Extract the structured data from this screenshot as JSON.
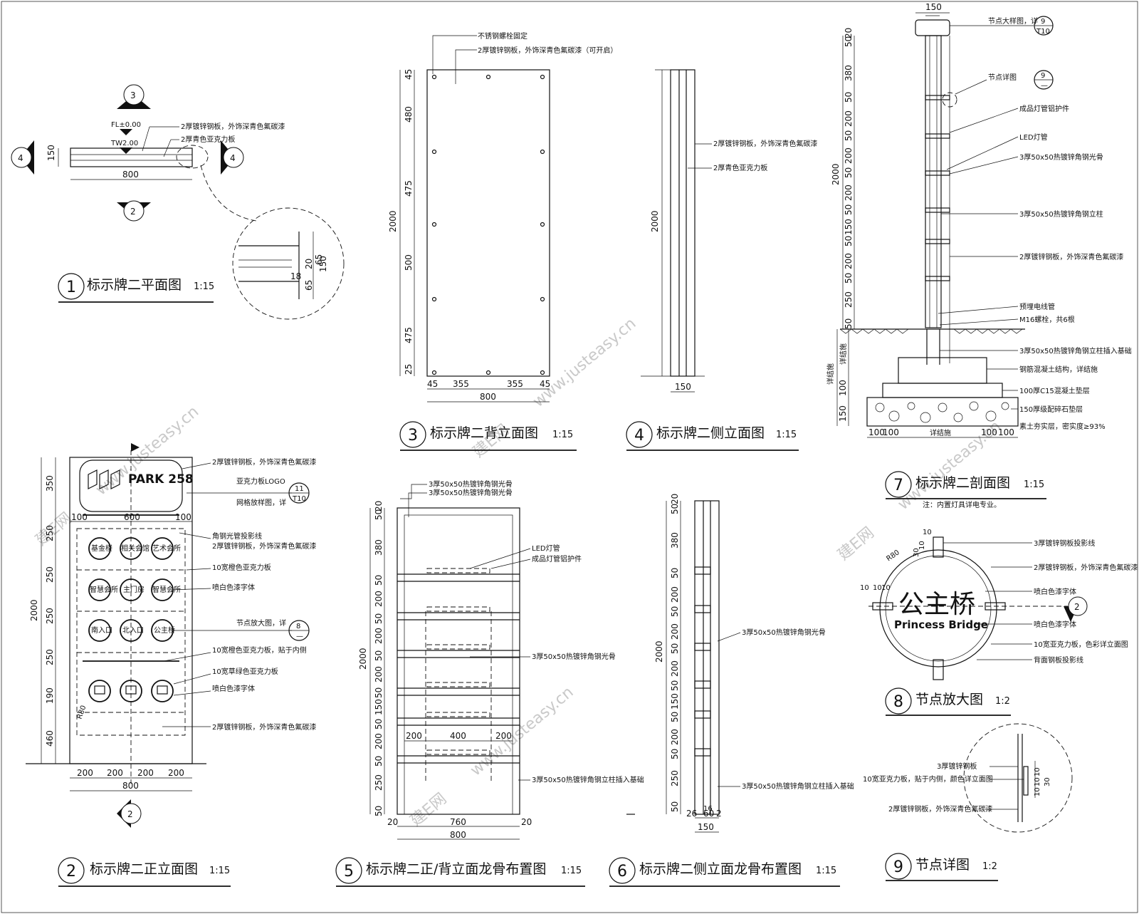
{
  "watermark": {
    "brand": "建E网",
    "url": "www.justeasy.cn"
  },
  "titles": [
    {
      "num": "1",
      "name": "标示牌二平面图",
      "scale": "1:15"
    },
    {
      "num": "2",
      "name": "标示牌二正立面图",
      "scale": "1:15"
    },
    {
      "num": "3",
      "name": "标示牌二背立面图",
      "scale": "1:15"
    },
    {
      "num": "4",
      "name": "标示牌二侧立面图",
      "scale": "1:15"
    },
    {
      "num": "5",
      "name": "标示牌二正/背立面龙骨布置图",
      "scale": "1:15"
    },
    {
      "num": "6",
      "name": "标示牌二侧立面龙骨布置图",
      "scale": "1:15"
    },
    {
      "num": "7",
      "name": "标示牌二剖面图",
      "scale": "1:15"
    },
    {
      "num": "8",
      "name": "节点放大图",
      "scale": "1:2"
    },
    {
      "num": "9",
      "name": "节点详图",
      "scale": "1:2"
    }
  ],
  "plan": {
    "level1": "FL±0.00",
    "level2": "TW2.00",
    "notes": [
      "2厚镀锌钢板，外饰深青色氟碳漆",
      "2厚青色亚克力板"
    ],
    "dims": {
      "width": "800",
      "depth": "150"
    },
    "detail_dims": [
      "65",
      "20",
      "65",
      "150",
      "18"
    ],
    "section_marks": [
      "3",
      "2",
      "4",
      "4"
    ]
  },
  "front": {
    "logo": "PARK 258",
    "notes": [
      "2厚镀锌钢板，外饰深青色氟碳漆",
      "亚克力板LOGO",
      "网格放样图，详",
      "角钢光管投影线",
      "2厚镀锌钢板，外饰深青色氟碳漆",
      "10宽橙色亚克力板",
      "喷白色漆字体",
      "节点放大图，详",
      "10宽橙色亚克力板，贴于内侧",
      "10宽草绿色亚克力板",
      "喷白色漆字体",
      "2厚镀锌钢板，外饰深青色氟碳漆"
    ],
    "ref_logo": {
      "n": "11",
      "sheet": "T10"
    },
    "ref_node": {
      "n": "8",
      "sheet": "—"
    },
    "vdims": [
      "350",
      "250",
      "250",
      "250",
      "250",
      "190",
      "460"
    ],
    "vtotal": "2000",
    "hdims_top": [
      "100",
      "600",
      "100"
    ],
    "hdims_bottom": [
      "200",
      "200",
      "200",
      "200"
    ],
    "htotal": "800",
    "radius": "R80",
    "cut_mark": "2",
    "icons_row1": [
      "基金楼",
      "相关会馆",
      "艺术会所"
    ],
    "icons_row2": [
      "智慧会所",
      "主门房",
      "智慧会所"
    ],
    "icons_row3": [
      "南入口",
      "北入口",
      "公主桥"
    ]
  },
  "back": {
    "notes": [
      "不锈钢螺栓固定",
      "2厚镀锌钢板，外饰深青色氟碳漆（可开启）"
    ],
    "vdims": [
      "45",
      "480",
      "475",
      "500",
      "475",
      "25"
    ],
    "vtotal": "2000",
    "hdims": [
      "45",
      "355",
      "355",
      "45"
    ],
    "htotal": "800"
  },
  "side": {
    "notes": [
      "2厚镀锌钢板，外饰深青色氟碳漆",
      "2厚青色亚克力板"
    ],
    "vtotal": "2000",
    "width": "150"
  },
  "frame_front": {
    "notes": [
      "3厚50x50热镀锌角钢光骨",
      "3厚50x50热镀锌角钢光骨",
      "LED灯管",
      "成品灯管铝护件",
      "3厚50x50热镀锌角钢光骨",
      "3厚50x50热镀锌角钢立柱插入基础"
    ],
    "vdims": [
      "20",
      "50",
      "380",
      "50",
      "200",
      "50",
      "200",
      "50",
      "200",
      "50",
      "150",
      "50",
      "200",
      "50",
      "250",
      "50"
    ],
    "vtotal": "2000",
    "inner": [
      "200",
      "400",
      "200"
    ],
    "hdims": [
      "20",
      "760",
      "20"
    ],
    "htotal": "800"
  },
  "frame_side": {
    "notes": [
      "3厚50x50热镀锌角钢光骨",
      "3厚50x50热镀锌角钢立柱插入基础"
    ],
    "vdims": [
      "20",
      "50",
      "380",
      "50",
      "200",
      "50",
      "200",
      "50",
      "200",
      "50",
      "150",
      "50",
      "200",
      "50",
      "250",
      "50"
    ],
    "vtotal": "2000",
    "hdims": [
      "26",
      "16",
      "60",
      "2"
    ],
    "width": "150"
  },
  "section": {
    "top_dim": "150",
    "ref_big": {
      "label": "节点大样图，详",
      "n": "9",
      "sheet": "T10"
    },
    "ref_detail": {
      "label": "节点详图",
      "n": "9",
      "sheet": "—"
    },
    "notes": [
      "成品灯管铝护件",
      "LED灯管",
      "3厚50x50热镀锌角钢光骨",
      "3厚50x50热镀锌角钢立柱",
      "2厚镀锌钢板，外饰深青色氟碳漆",
      "预埋电线管",
      "M16螺栓，共6根",
      "3厚50x50热镀锌角钢立柱插入基础",
      "钢筋混凝土结构，详结施",
      "100厚C15混凝土垫层",
      "150厚级配碎石垫层",
      "素土夯实层，密实度≥93%"
    ],
    "vdims": [
      "20",
      "50",
      "380",
      "50",
      "200",
      "50",
      "200",
      "50",
      "200",
      "50",
      "150",
      "50",
      "200",
      "50",
      "250",
      "50"
    ],
    "vtotal": "2000",
    "base_dims": [
      "详结施",
      "100",
      "150"
    ],
    "base_label": "详结施",
    "hdims": [
      "100",
      "100",
      "详结施",
      "100",
      "100"
    ],
    "footnote": "注：内置灯具详电专业。"
  },
  "node8": {
    "text_cn": "公主桥",
    "text_en": "Princess Bridge",
    "radius": "R80",
    "dims": [
      "10",
      "10",
      "30",
      "10",
      "10",
      "10"
    ],
    "cut_mark": "2",
    "notes": [
      "3厚镀锌钢板投影线",
      "2厚镀锌钢板，外饰深青色氟碳漆",
      "喷白色漆字体",
      "喷白色漆字体",
      "10宽亚克力板，色彩详立面图",
      "背面钢板投影线"
    ]
  },
  "node9": {
    "notes": [
      "3厚镀锌钢板",
      "10宽亚克力板，贴于内侧，颜色详立面图",
      "2厚镀锌钢板，外饰深青色氟碳漆"
    ],
    "dims": [
      "10",
      "10",
      "10",
      "30"
    ]
  }
}
